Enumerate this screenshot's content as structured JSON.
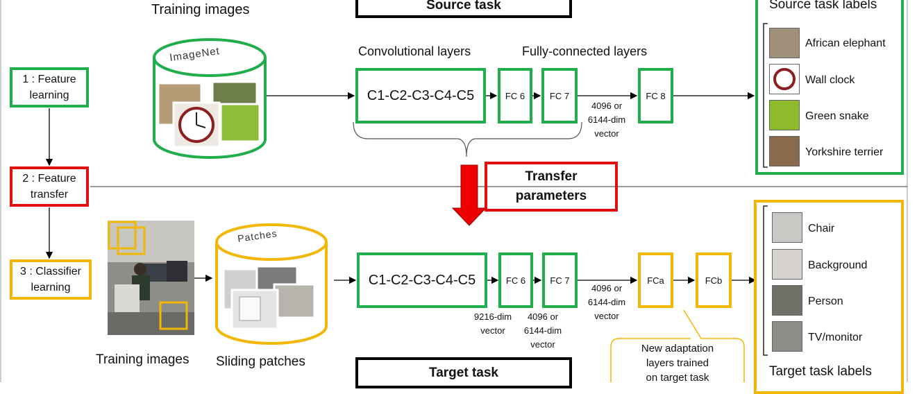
{
  "source": {
    "training_images": "Training images",
    "task_title": "Source task",
    "db_label": "ImageNet",
    "conv_header": "Convolutional layers",
    "fc_header": "Fully-connected layers",
    "conv": "C1-C2-C3-C4-C5",
    "fc6": "FC 6",
    "fc7": "FC 7",
    "fc8": "FC 8",
    "vec_l1": "4096 or",
    "vec_l2": "6144-dim",
    "vec_l3": "vector",
    "labels_title": "Source task labels",
    "labels": [
      "African elephant",
      "Wall clock",
      "Green snake",
      "Yorkshire terrier"
    ]
  },
  "steps": {
    "s1_l1": "1 : Feature",
    "s1_l2": "learning",
    "s2_l1": "2 : Feature",
    "s2_l2": "transfer",
    "s3_l1": "3 : Classifier",
    "s3_l2": "learning"
  },
  "transfer": {
    "l1": "Transfer",
    "l2": "parameters"
  },
  "target": {
    "db_label": "Patches",
    "training_images": "Training images",
    "sliding": "Sliding patches",
    "conv": "C1-C2-C3-C4-C5",
    "fc6": "FC 6",
    "fc7": "FC 7",
    "fca": "FCa",
    "fcb": "FCb",
    "v9216_l1": "9216-dim",
    "v9216_l2": "vector",
    "v4096a_l1": "4096 or",
    "v4096a_l2": "6144-dim",
    "v4096a_l3": "vector",
    "v4096b_l1": "4096 or",
    "v4096b_l2": "6144-dim",
    "v4096b_l3": "vector",
    "adapt_l1": "New adaptation",
    "adapt_l2": "layers trained",
    "adapt_l3": "on target task",
    "task_title": "Target task",
    "labels_title": "Target task labels",
    "labels": [
      "Chair",
      "Background",
      "Person",
      "TV/monitor"
    ]
  },
  "colors": {
    "green": "#1fae4b",
    "red": "#e01010",
    "yellow": "#f2b705"
  }
}
